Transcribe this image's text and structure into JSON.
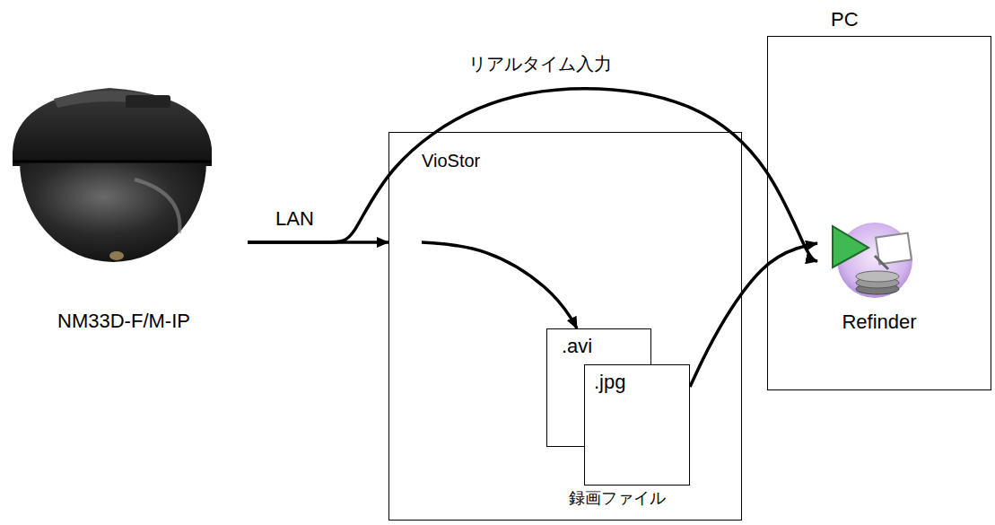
{
  "diagram": {
    "nodes": [
      {
        "text": [
          "NM33D-F/M-IP"
        ]
      },
      {
        "text": [
          "VioStor"
        ]
      },
      {
        "text": [
          ".avi"
        ],
        "in": 1
      },
      {
        "text": [
          ".jpg"
        ],
        "in": 1
      },
      {
        "text": [
          "PC"
        ]
      },
      {
        "text": [
          "Refinder"
        ],
        "in": 4
      }
    ],
    "edges": [
      {
        "from": 0,
        "to": 1,
        "arrow": "to",
        "label": "LAN"
      },
      {
        "from": 0,
        "to": 5,
        "arrow": "to",
        "label": "リアルタイム入力"
      },
      {
        "from": 1,
        "to": 2,
        "arrow": "to"
      },
      {
        "from": 3,
        "to": 5,
        "arrow": "to"
      }
    ],
    "labels": [
      "録画ファイル"
    ]
  }
}
